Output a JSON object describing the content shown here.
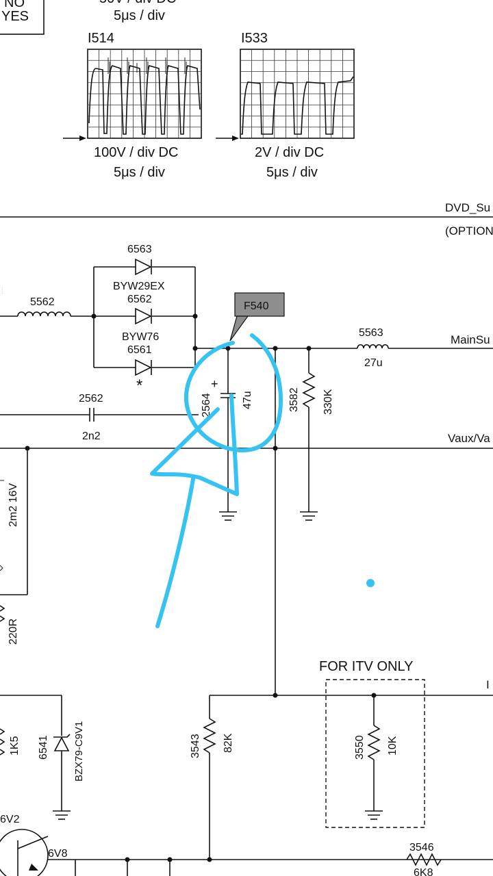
{
  "top_box": {
    "line1": "NO",
    "line2": "YES"
  },
  "scope_top_label_cut": "50V / div DC",
  "scope_top_time": "5μs / div",
  "scopes": [
    {
      "id": "I514",
      "scale": "100V / div DC",
      "time": "5μs / div"
    },
    {
      "id": "I533",
      "scale": "2V / div DC",
      "time": "5μs / div"
    }
  ],
  "net_labels": {
    "dvd": "DVD_Su",
    "option": "(OPTION",
    "mainsu": "MainSu",
    "vaux": "Vaux/Va"
  },
  "components": {
    "d6563": "6563",
    "d6563_type": "BYW29EX",
    "d6562": "6562",
    "d6562_type": "BYW76",
    "d6561": "6561",
    "star": "*",
    "l5562": "5562",
    "l5563": "5563",
    "l5563_val": "27u",
    "c2562": "2562",
    "c2562_val": "2n2",
    "c2564": "2564",
    "c2564_val": "47u",
    "r3582": "3582",
    "r3582_val": "330K",
    "left_cap_val": "2m2 16V",
    "r220": "220R",
    "r1k5": "1K5",
    "z6541": "6541",
    "z6541_type": "BZX79-C9V1",
    "r3543": "3543",
    "r3543_val": "82K",
    "itv_title": "FOR ITV ONLY",
    "r3550": "3550",
    "r3550_val": "10K",
    "r3546": "3546",
    "r3546_val": "6K8",
    "v6v2": "6V2",
    "v6v8": "6V8",
    "testpoint": "F540",
    "plus": "+"
  },
  "annotation_color": "#36C3F2"
}
